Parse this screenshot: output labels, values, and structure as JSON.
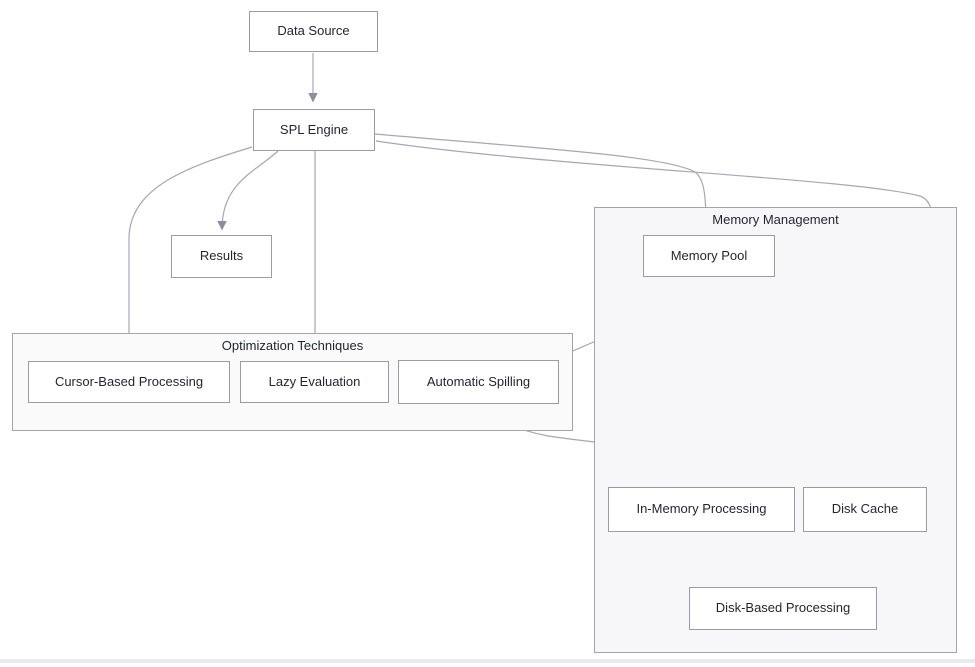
{
  "diagram": {
    "nodes": {
      "data_source": {
        "label": "Data Source"
      },
      "spl_engine": {
        "label": "SPL Engine"
      },
      "results": {
        "label": "Results"
      },
      "cursor_based": {
        "label": "Cursor-Based Processing"
      },
      "lazy_eval": {
        "label": "Lazy Evaluation"
      },
      "auto_spilling": {
        "label": "Automatic Spilling"
      },
      "memory_pool": {
        "label": "Memory Pool"
      },
      "in_memory": {
        "label": "In-Memory Processing"
      },
      "disk_cache": {
        "label": "Disk Cache"
      },
      "disk_based": {
        "label": "Disk-Based Processing"
      }
    },
    "groups": {
      "optimization": {
        "label": "Optimization Techniques"
      },
      "memory_mgmt": {
        "label": "Memory Management"
      }
    },
    "edges": [
      {
        "from": "Data Source",
        "to": "SPL Engine",
        "bidirectional": false
      },
      {
        "from": "SPL Engine",
        "to": "Results",
        "bidirectional": false
      },
      {
        "from": "SPL Engine",
        "to": "Cursor-Based Processing",
        "bidirectional": false
      },
      {
        "from": "SPL Engine",
        "to": "Lazy Evaluation",
        "bidirectional": false
      },
      {
        "from": "SPL Engine",
        "to": "Memory Pool",
        "bidirectional": false
      },
      {
        "from": "SPL Engine",
        "to": "Disk Cache",
        "bidirectional": false
      },
      {
        "from": "Memory Pool",
        "to": "Automatic Spilling",
        "bidirectional": false
      },
      {
        "from": "Memory Pool",
        "to": "In-Memory Processing",
        "bidirectional": false
      },
      {
        "from": "Memory Pool",
        "to": "Disk Cache",
        "bidirectional": true
      },
      {
        "from": "Automatic Spilling",
        "to": "Disk Cache",
        "bidirectional": false
      },
      {
        "from": "In-Memory Processing",
        "to": "Disk-Based Processing",
        "bidirectional": true
      },
      {
        "from": "Disk Cache",
        "to": "Disk-Based Processing",
        "bidirectional": false
      }
    ],
    "colors": {
      "edge_stroke": "#a6a6b6",
      "arrow_fill": "#8d8da0",
      "node_border": "#9b9ba6",
      "node_fill": "#ffffff",
      "group_border": "#a3a3ac",
      "group_fill_optimization": "#fafafb",
      "group_fill_memory": "#f7f7f9",
      "text": "#1f2430",
      "background": "#ffffff"
    }
  }
}
